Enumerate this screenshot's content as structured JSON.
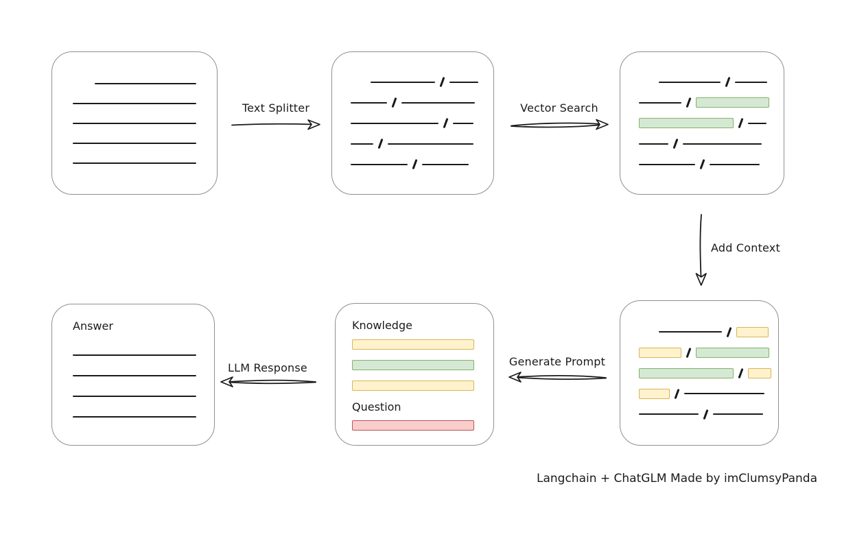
{
  "title": "Langchain + ChatGLM pipeline diagram",
  "colors": {
    "box_border": "#8f8f8f",
    "ink": "#1a1a1a",
    "green_fill": "#d5e8d4",
    "green_border": "#82b366",
    "yellow_fill": "#fff2cc",
    "yellow_border": "#d6b656",
    "red_fill": "#f8cecc",
    "red_border": "#b85450"
  },
  "arrows": {
    "text_splitter": "Text Splitter",
    "vector_search": "Vector Search",
    "add_context": "Add Context",
    "generate_prompt": "Generate Prompt",
    "llm_response": "LLM Response"
  },
  "boxes": {
    "source_document": {
      "lines": [
        {
          "indent": 32,
          "w": 148
        },
        {
          "indent": 0,
          "w": 180
        },
        {
          "indent": 0,
          "w": 180
        },
        {
          "indent": 0,
          "w": 180
        },
        {
          "indent": 0,
          "w": 180
        }
      ]
    },
    "split_chunks": {
      "rows": [
        {
          "indent": 29,
          "a": {
            "kind": "line",
            "w": 94
          },
          "b": {
            "kind": "line",
            "w": 42
          }
        },
        {
          "indent": 0,
          "a": {
            "kind": "line",
            "w": 53
          },
          "b": {
            "kind": "line",
            "w": 107
          }
        },
        {
          "indent": 0,
          "a": {
            "kind": "line",
            "w": 128
          },
          "b": {
            "kind": "line",
            "w": 30
          }
        },
        {
          "indent": 0,
          "a": {
            "kind": "line",
            "w": 33
          },
          "b": {
            "kind": "line",
            "w": 125
          }
        },
        {
          "indent": 0,
          "a": {
            "kind": "line",
            "w": 83
          },
          "b": {
            "kind": "line",
            "w": 68
          }
        }
      ]
    },
    "matched_chunks": {
      "rows": [
        {
          "indent": 29,
          "a": {
            "kind": "line",
            "w": 90
          },
          "b": {
            "kind": "line",
            "w": 47
          }
        },
        {
          "indent": 0,
          "a": {
            "kind": "line",
            "w": 62
          },
          "b": {
            "kind": "green",
            "w": 107
          }
        },
        {
          "indent": 0,
          "a": {
            "kind": "green",
            "w": 138
          },
          "b": {
            "kind": "line",
            "w": 27
          }
        },
        {
          "indent": 0,
          "a": {
            "kind": "line",
            "w": 43
          },
          "b": {
            "kind": "line",
            "w": 115
          }
        },
        {
          "indent": 0,
          "a": {
            "kind": "line",
            "w": 82
          },
          "b": {
            "kind": "line",
            "w": 73
          }
        }
      ]
    },
    "context_chunks": {
      "rows": [
        {
          "indent": 29,
          "a": {
            "kind": "line",
            "w": 92
          },
          "b": {
            "kind": "yellow",
            "w": 47
          }
        },
        {
          "indent": 0,
          "a": {
            "kind": "yellow",
            "w": 62
          },
          "b": {
            "kind": "green",
            "w": 107
          }
        },
        {
          "indent": 0,
          "a": {
            "kind": "green",
            "w": 138
          },
          "b": {
            "kind": "yellow",
            "w": 34
          }
        },
        {
          "indent": 0,
          "a": {
            "kind": "yellow",
            "w": 45
          },
          "b": {
            "kind": "line",
            "w": 117
          }
        },
        {
          "indent": 0,
          "a": {
            "kind": "line",
            "w": 87
          },
          "b": {
            "kind": "line",
            "w": 73
          }
        }
      ]
    },
    "prompt": {
      "knowledge_label": "Knowledge",
      "question_label": "Question",
      "knowledge_bars": [
        "yellow",
        "green",
        "yellow"
      ],
      "question_bars": [
        "red"
      ]
    },
    "answer": {
      "label": "Answer",
      "lines": [
        {
          "indent": 0,
          "w": 180
        },
        {
          "indent": 0,
          "w": 180
        },
        {
          "indent": 0,
          "w": 180
        },
        {
          "indent": 0,
          "w": 180
        }
      ]
    }
  },
  "footer": "Langchain + ChatGLM Made by imClumsyPanda"
}
